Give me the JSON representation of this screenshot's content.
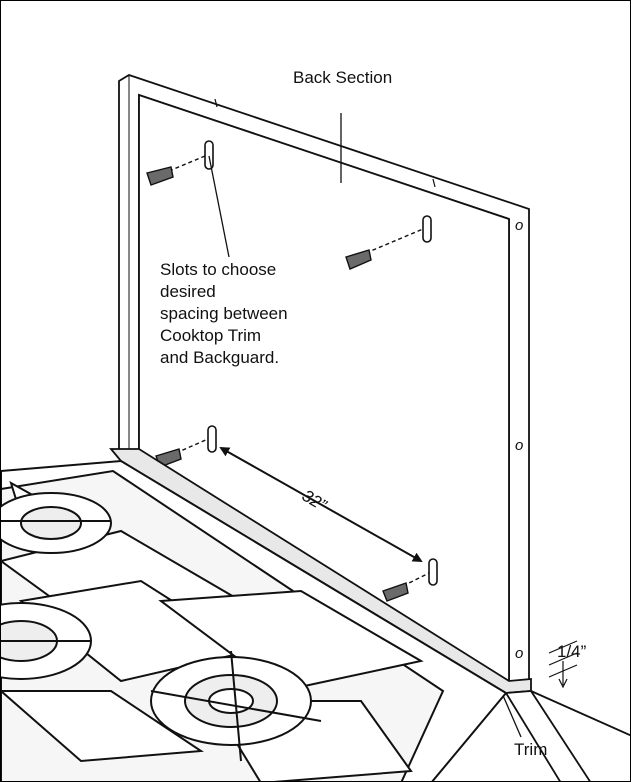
{
  "labels": {
    "back_section": "Back Section",
    "slots_note": "Slots to choose\ndesired\nspacing between\nCooktop Trim\nand Backguard.",
    "distance": "32”",
    "gap": "1/4”",
    "trim": "Trim",
    "hole_mark": "o"
  },
  "colors": {
    "line": "#111111",
    "panel_fill": "#ffffff",
    "trim_fill": "#e8e8e8",
    "screw_fill": "#6a6a6a"
  }
}
